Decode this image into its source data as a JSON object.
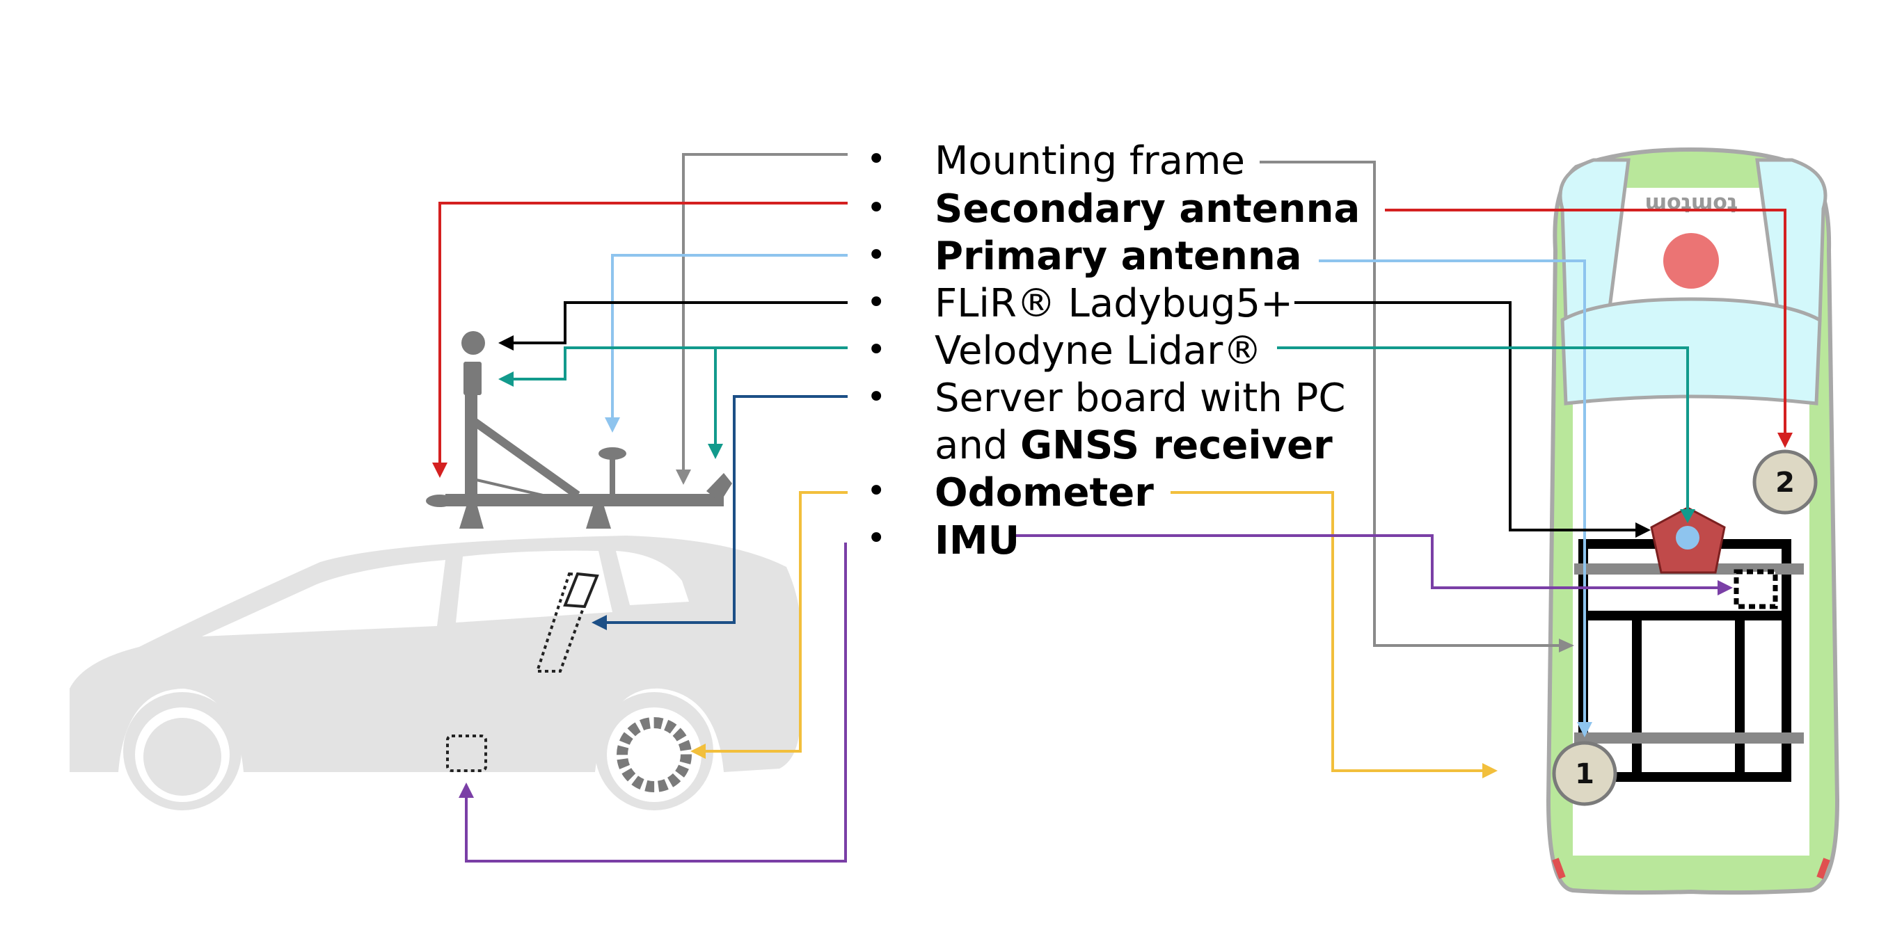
{
  "legend": {
    "items": [
      {
        "key": "mounting_frame",
        "text": "Mounting frame",
        "bold": false,
        "color": "#8a8a8a"
      },
      {
        "key": "secondary_antenna",
        "text": "Secondary antenna",
        "bold": true,
        "color": "#d42020"
      },
      {
        "key": "primary_antenna",
        "text": "Primary antenna",
        "bold": true,
        "color": "#8ec4ee"
      },
      {
        "key": "ladybug",
        "text": "FLiR® Ladybug5+",
        "bold": false,
        "color": "#000000"
      },
      {
        "key": "lidar",
        "text": "Velodyne Lidar®",
        "bold": false,
        "color": "#129a8c"
      },
      {
        "key": "server",
        "text_line1": "Server board with PC",
        "text_line2_plain": "and ",
        "text_line2_bold": "GNSS receiver",
        "color": "#1c4f86"
      },
      {
        "key": "odometer",
        "text": "Odometer",
        "bold": true,
        "color": "#f2bf3c"
      },
      {
        "key": "imu",
        "text": "IMU",
        "bold": true,
        "color": "#7a3fa6"
      }
    ],
    "bullet": "•"
  },
  "top_view": {
    "antenna_1_label": "1",
    "antenna_2_label": "2",
    "roof_logo_text": "tomtom"
  },
  "colors": {
    "car_side": "#e3e3e3",
    "mount_gray": "#7a7a7a",
    "car_top_outline": "#a8a8a8",
    "car_top_body": "#b9e79b",
    "windshield": "#d3f8fb",
    "lidar_pentagon": "#c04a4a",
    "antenna_disc": "#ddd8c4"
  }
}
